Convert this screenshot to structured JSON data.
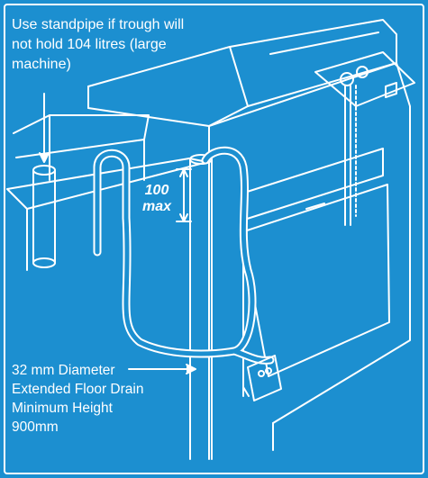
{
  "colors": {
    "background": "#1c8fd0",
    "line": "#ffffff"
  },
  "callouts": {
    "standpipe_note": {
      "line1": "Use standpipe if trough will",
      "line2": "not hold 104 litres (large",
      "line3": "machine)"
    },
    "floor_drain_note": {
      "line1": "32 mm Diameter",
      "line2": "Extended Floor Drain",
      "line3": "Minimum Height",
      "line4": "900mm"
    }
  },
  "dimension": {
    "value": "100",
    "unit": "max"
  }
}
